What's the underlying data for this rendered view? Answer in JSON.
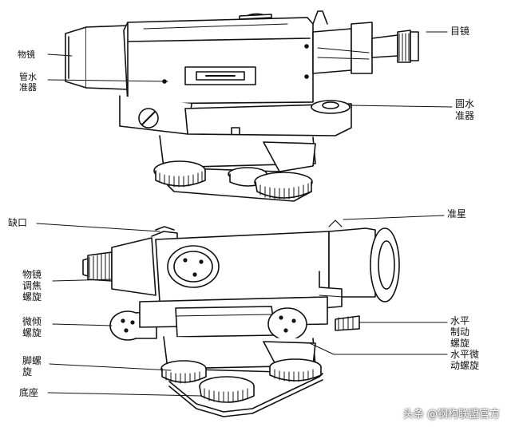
{
  "diagram_a": {
    "labels": {
      "objective_lens": "物镜",
      "tube_level_line1": "管水",
      "tube_level_line2": "准器",
      "eyepiece": "目镜",
      "circular_level_line1": "圆水",
      "circular_level_line2": "准器"
    }
  },
  "diagram_b": {
    "labels": {
      "notch": "缺口",
      "front_sight": "准星",
      "focus_screw_line1": "物镜",
      "focus_screw_line2": "调焦",
      "focus_screw_line3": "螺旋",
      "tilt_screw_line1": "微倾",
      "tilt_screw_line2": "螺旋",
      "foot_screw_line1": "脚螺",
      "foot_screw_line2": "旋",
      "base": "底座",
      "horizontal_clamp_line1": "水平",
      "horizontal_clamp_line2": "制动",
      "horizontal_clamp_line3": "螺旋",
      "horizontal_fine_line1": "水平微",
      "horizontal_fine_line2": "动螺旋"
    }
  },
  "watermark": "头条 @钢构联盟官方"
}
